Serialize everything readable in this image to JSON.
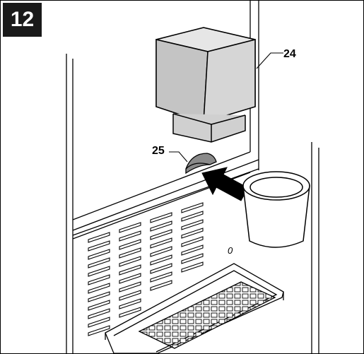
{
  "step_number": "12",
  "callouts": {
    "dispenser_unit": "24",
    "lever": "25"
  },
  "side_mark": "0",
  "colors": {
    "line": "#000000",
    "block_fill": "#d0d0d0",
    "block_top": "#e6e6e6",
    "lever_fill": "#8a8a8a",
    "badge_bg": "#1a1a1a",
    "arrow": "#000000"
  },
  "icons": {
    "arrow": "push-arrow-icon",
    "cup": "cup-icon"
  }
}
